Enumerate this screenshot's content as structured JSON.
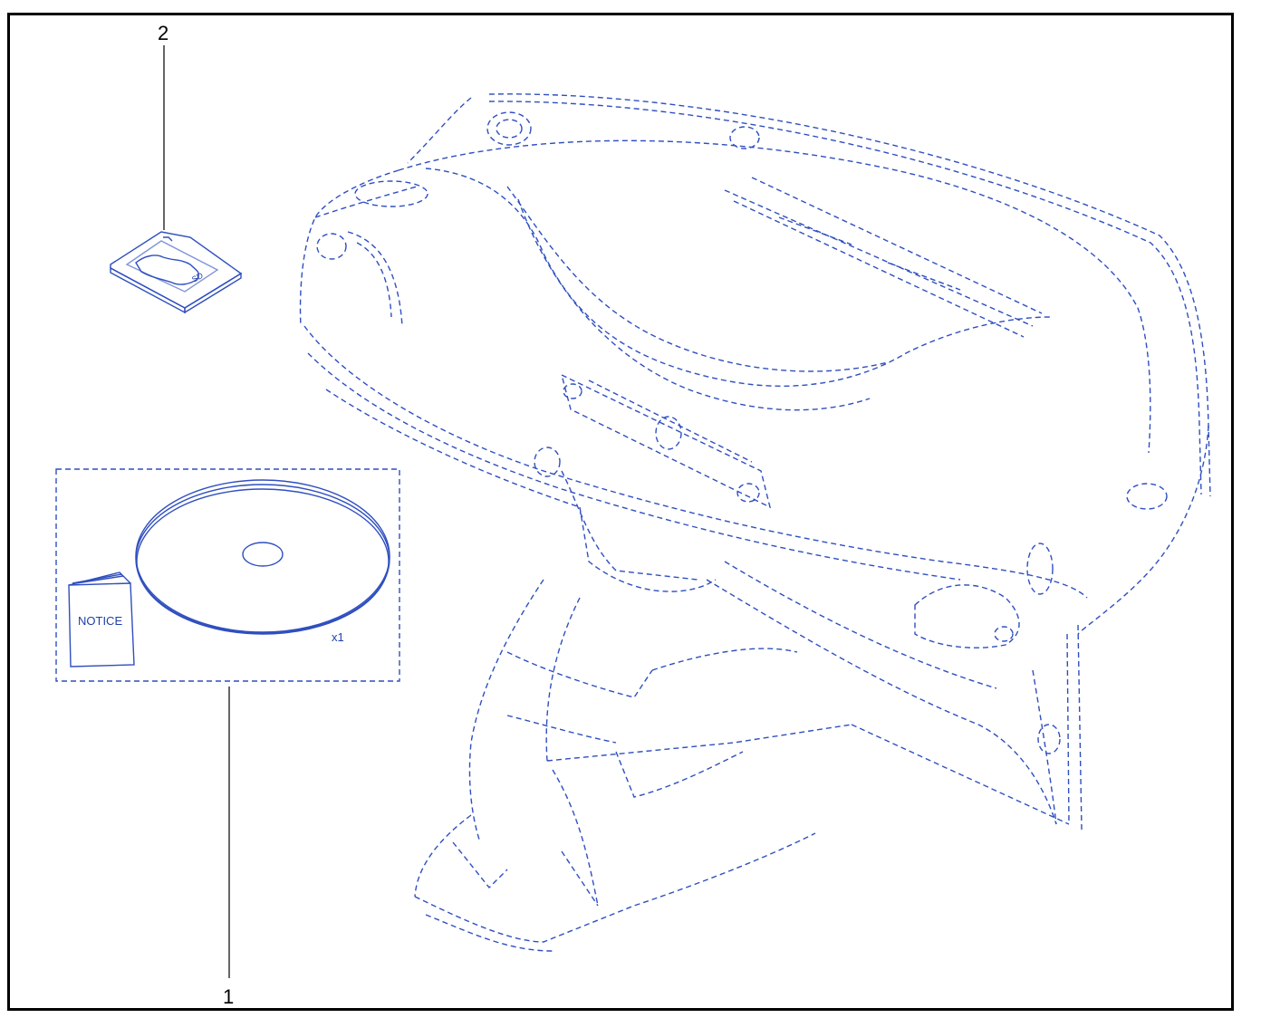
{
  "callouts": {
    "part1": "1",
    "part2": "2"
  },
  "kit": {
    "notice_label": "NOTICE",
    "quantity_label": "x1"
  },
  "sd_card": {
    "label": "SD"
  },
  "colors": {
    "line": "#2f4fbf",
    "frame": "#000000",
    "background": "#ffffff"
  }
}
